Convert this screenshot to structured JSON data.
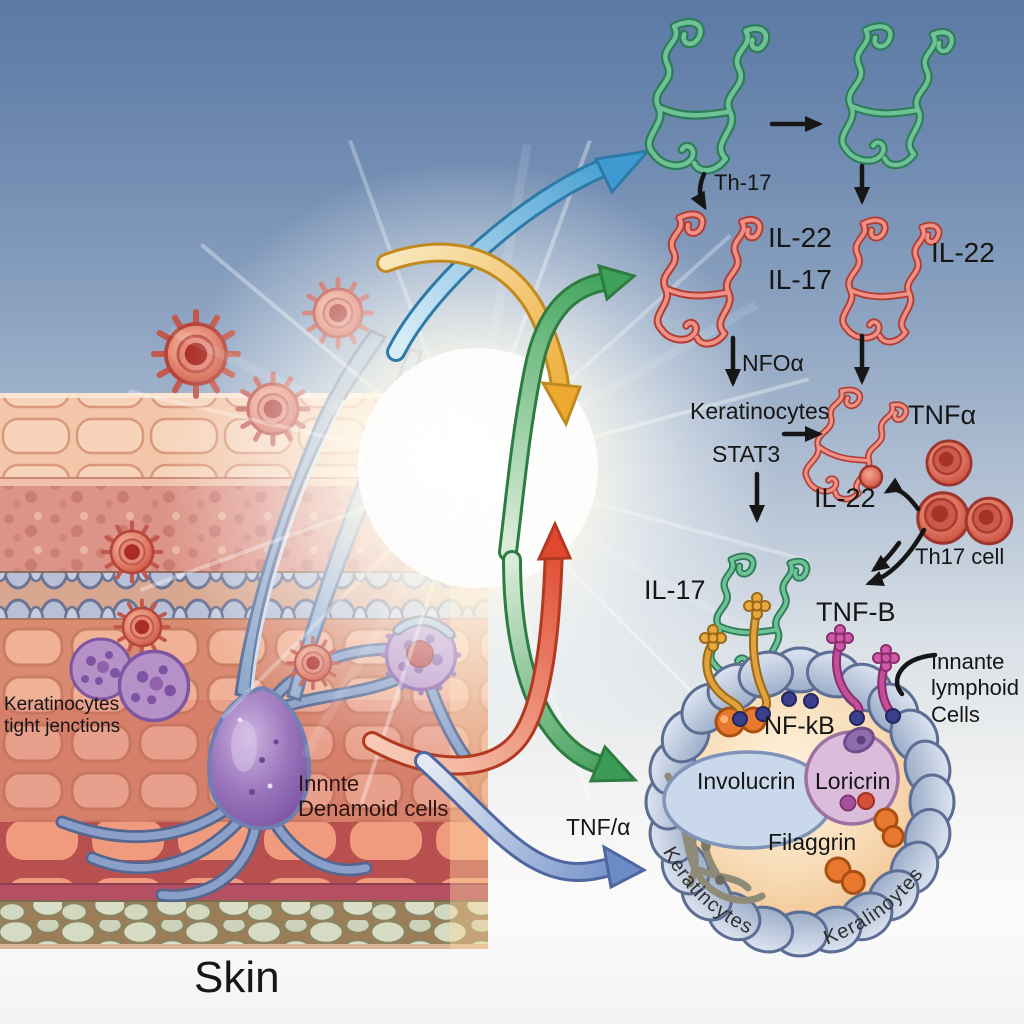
{
  "diagram": {
    "skin_section": {
      "tight_junctions_label": "Keratinocytes\ntight jenctions",
      "dendritic_label": "Innnte\nDenamoid cells",
      "skin_label": "Skin"
    },
    "pathway": {
      "th17_label": "Th-17",
      "il22_a": "IL-22",
      "il17_a": "IL-17",
      "il22_b": "IL-22",
      "nfo_alpha": "NFOα",
      "keratinocytes": "Keratinocytes",
      "stat3": "STAT3",
      "tnf_alpha": "TNFα",
      "il22_c": "IL-22",
      "th17_cell": "Th17 cell",
      "il17_b": "IL-17",
      "tnf_b": "TNF-B",
      "tnf_slash_alpha": "TNF/α"
    },
    "keratinocyte_cell": {
      "innate_lymphoid": "Innante\nlymphoid\nCells",
      "nfkb": "NF-kB",
      "involucrin": "Involucrin",
      "loricrin": "Loricrin",
      "filaggrin": "Filaggrin",
      "membrane_left": "Keratincytes",
      "membrane_right": "Keralinoytes"
    },
    "colors": {
      "sky_top": "#5a79a4",
      "glow": "#ffffff",
      "arrow_blue": "#3e9ad0",
      "arrow_orange": "#eea930",
      "arrow_green": "#3da257",
      "arrow_red": "#e0492f",
      "arrow_blue_dark": "#6c8cc6",
      "protein_green": "#2e7d57",
      "protein_red": "#c14b40",
      "th17_cell_fill": "#d96a58",
      "membrane_stone": "#b9c7de",
      "cell_interior": "#f6c98f",
      "follicle_purple": "#8a5fae",
      "epidermis": "#f3c6a9",
      "dermis": "#eda184",
      "hypodermis": "#d8dcc6",
      "receptor_orange": "#e0a23d",
      "receptor_magenta": "#c44d9c",
      "nfkb_dot": "#3a3f8e",
      "involucrin_fill": "#c9d8ea",
      "loricrin_fill": "#dcbcdb",
      "organelle_orange": "#e9782f"
    }
  }
}
